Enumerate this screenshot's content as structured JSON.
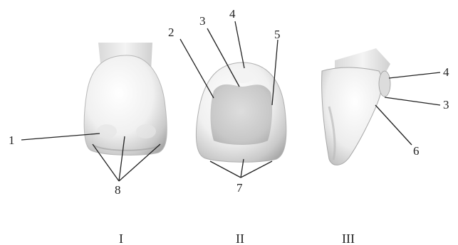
{
  "labels": {
    "n1": "1",
    "n2": "2",
    "n3_mid": "3",
    "n4_mid": "4",
    "n5": "5",
    "n8": "8",
    "n7": "7",
    "n4_right": "4",
    "n3_right": "3",
    "n6": "6"
  },
  "views": {
    "I": "I",
    "II": "II",
    "III": "III"
  }
}
